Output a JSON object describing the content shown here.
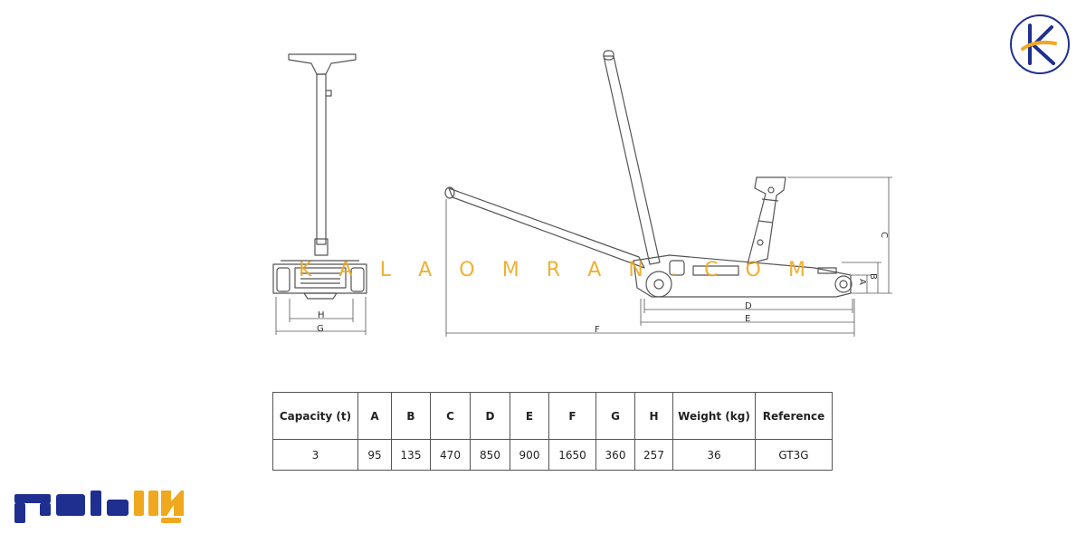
{
  "watermark": "KALAOMRAN.COM",
  "watermark_letters": [
    "K",
    "A",
    "L",
    "A",
    "O",
    "M",
    "R",
    "A",
    "N",
    ".",
    "C",
    "O",
    "M"
  ],
  "dimension_labels": {
    "A": "A",
    "B": "B",
    "C": "C",
    "D": "D",
    "E": "E",
    "F": "F",
    "G": "G",
    "H": "H"
  },
  "table": {
    "headers": [
      "Capacity (t)",
      "A",
      "B",
      "C",
      "D",
      "E",
      "F",
      "G",
      "H",
      "Weight (kg)",
      "Reference"
    ],
    "rows": [
      [
        "3",
        "95",
        "135",
        "470",
        "850",
        "900",
        "1650",
        "360",
        "257",
        "36",
        "GT3G"
      ]
    ]
  },
  "colors": {
    "accent": "#f0a81e",
    "brand_blue": "#1f2f8f",
    "line": "#555555"
  }
}
